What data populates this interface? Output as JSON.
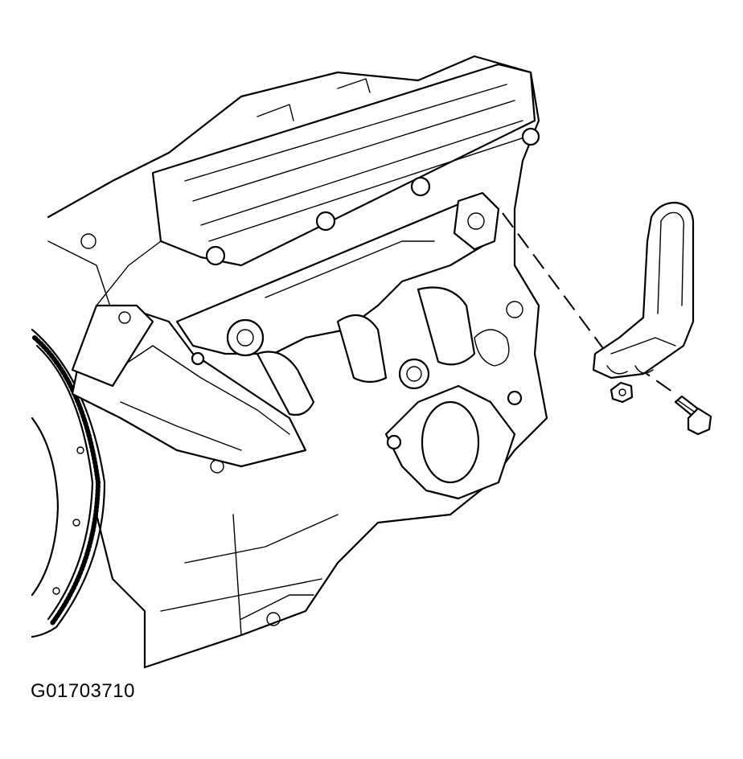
{
  "figure": {
    "id_label": "G01703710"
  },
  "parts": [
    {
      "name": "engine-block"
    },
    {
      "name": "valve-cover"
    },
    {
      "name": "exhaust-manifold"
    },
    {
      "name": "flywheel"
    },
    {
      "name": "manifold-support-bracket"
    },
    {
      "name": "bracket-bolt"
    },
    {
      "name": "bracket-nut"
    }
  ]
}
